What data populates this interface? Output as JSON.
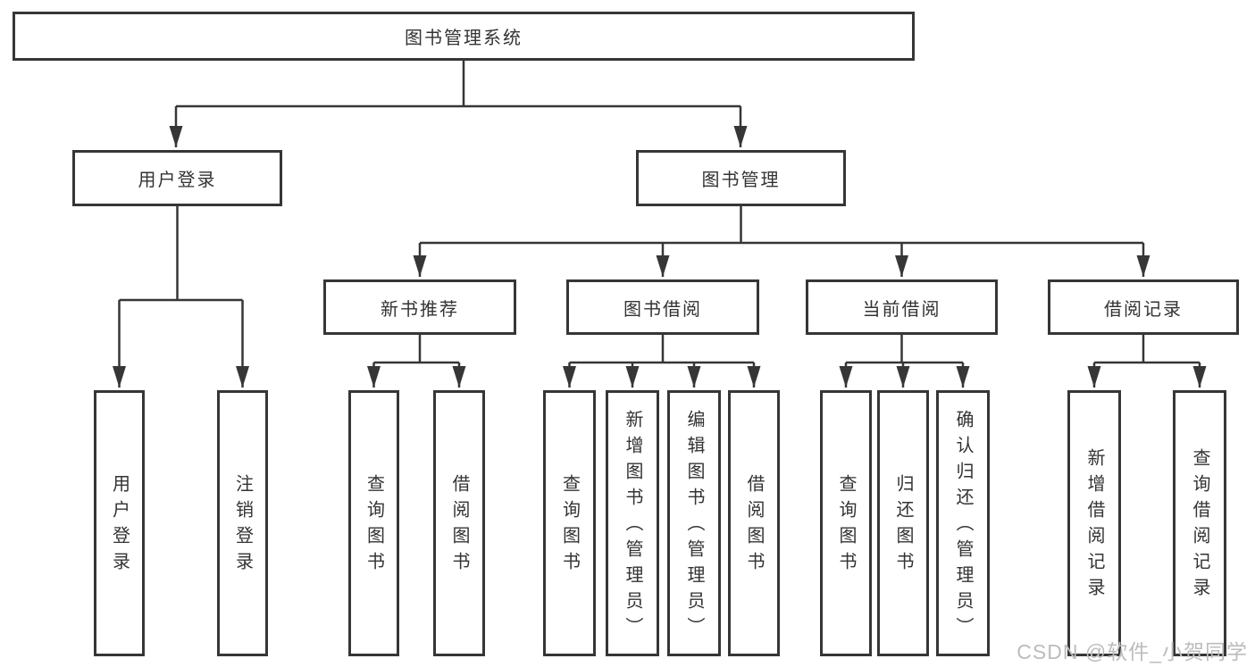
{
  "diagram": {
    "root": "图书管理系统",
    "level2": {
      "user_login": "用户登录",
      "book_mgmt": "图书管理"
    },
    "level3": {
      "new_book_rec": "新书推荐",
      "book_borrow": "图书借阅",
      "current_borrow": "当前借阅",
      "borrow_records": "借阅记录"
    },
    "leaves": {
      "user_login": "用户登录",
      "logout": "注销登录",
      "newbook_query": "查询图书",
      "newbook_borrow": "借阅图书",
      "borrow_query": "查询图书",
      "borrow_add": "新增图书（管理员）",
      "borrow_edit": "编辑图书（管理员）",
      "borrow_borrow": "借阅图书",
      "current_query": "查询图书",
      "current_return": "归还图书",
      "current_confirm": "确认归还（管理员）",
      "records_add": "新增借阅记录",
      "records_query": "查询借阅记录"
    }
  },
  "watermark": "CSDN @软件_小贺同学",
  "colors": {
    "line": "#363636",
    "text": "#333333",
    "watermark": "#bcbcbc",
    "background": "#ffffff"
  }
}
